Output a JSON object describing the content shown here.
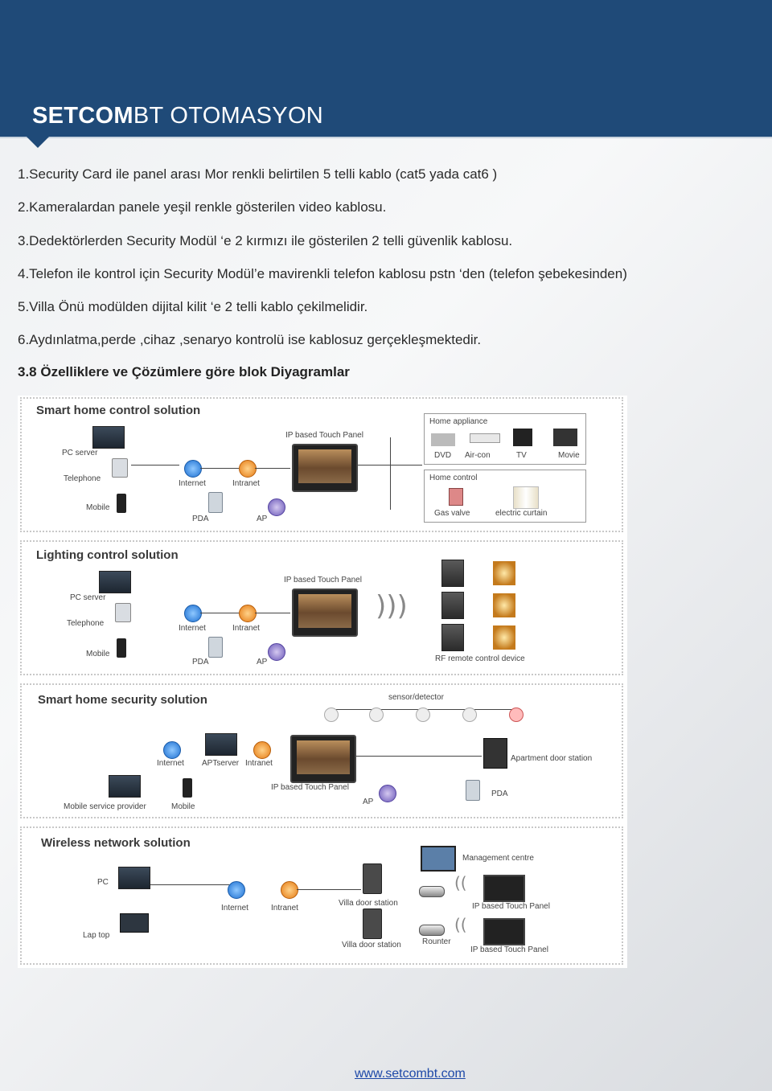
{
  "header": {
    "brand_bold": "SETCOM",
    "brand_light": "BT OTOMASYON"
  },
  "items": [
    "1.Security Card ile panel arası Mor renkli belirtilen 5 telli kablo (cat5 yada cat6 )",
    "2.Kameralardan panele yeşil renkle gösterilen video kablosu.",
    "3.Dedektörlerden Security Modül ‘e  2 kırmızı ile gösterilen 2 telli güvenlik kablosu.",
    "4.Telefon ile kontrol için Security Modül’e mavirenkli telefon kablosu pstn ‘den (telefon şebekesinden)",
    "5.Villa Önü modülden dijital kilit ‘e 2 telli kablo çekilmelidir.",
    "6.Aydınlatma,perde ,cihaz ,senaryo kontrolü ise kablosuz gerçekleşmektedir."
  ],
  "section_title": "3.8 Özelliklere ve Çözümlere göre blok Diyagramlar",
  "diagram": {
    "smart_home": {
      "title": "Smart home control solution",
      "pc_server": "PC server",
      "telephone": "Telephone",
      "mobile": "Mobile",
      "internet": "Internet",
      "intranet": "Intranet",
      "touch_panel": "IP based Touch Panel",
      "pda": "PDA",
      "ap": "AP",
      "home_appliance": "Home appliance",
      "dvd": "DVD",
      "aircon": "Air-con",
      "tv": "TV",
      "movie": "Movie",
      "home_control": "Home control",
      "gas_valve": "Gas valve",
      "curtain": "electric curtain"
    },
    "lighting": {
      "title": "Lighting control solution",
      "pc_server": "PC server",
      "telephone": "Telephone",
      "mobile": "Mobile",
      "internet": "Internet",
      "intranet": "Intranet",
      "touch_panel": "IP based Touch Panel",
      "pda": "PDA",
      "ap": "AP",
      "rf_device": "RF remote control device"
    },
    "security": {
      "title": "Smart home security solution",
      "sensor": "sensor/detector",
      "internet": "Internet",
      "apt_server": "APTserver",
      "intranet": "Intranet",
      "touch_panel": "IP based Touch Panel",
      "door_station": "Apartment door station",
      "mobile_provider": "Mobile service provider",
      "mobile": "Mobile",
      "ap": "AP",
      "pda": "PDA"
    },
    "wireless": {
      "title": "Wireless network solution",
      "pc": "PC",
      "laptop": "Lap top",
      "internet": "Internet",
      "intranet": "Intranet",
      "villa_door_1": "Villa  door  station",
      "villa_door_2": "Villa  door  station",
      "management": "Management centre",
      "touch_panel_1": "IP  based  Touch  Panel",
      "touch_panel_2": "IP  based  Touch  Panel",
      "router": "Rounter"
    }
  },
  "footer": {
    "link": "www.setcombt.com"
  }
}
